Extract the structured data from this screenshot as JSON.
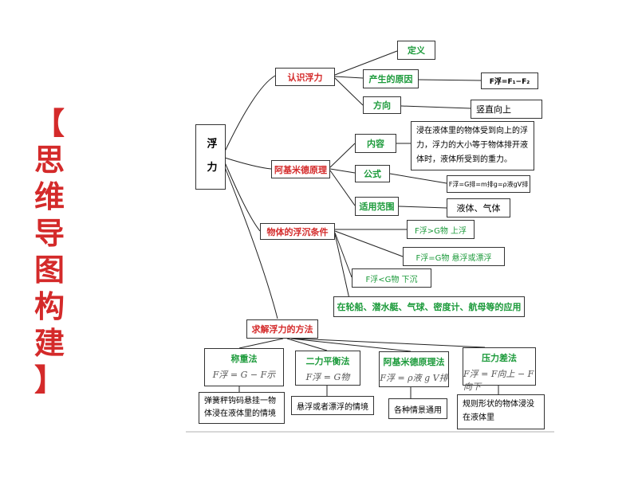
{
  "title_chars": [
    "【",
    "思",
    "维",
    "导",
    "图",
    "构",
    "建",
    "】"
  ],
  "root": "浮 力",
  "branches": {
    "recognize": "认识浮力",
    "archimedes": "阿基米德原理",
    "sink_float": "物体的浮沉条件",
    "methods": "求解浮力的方法"
  },
  "recognize": {
    "definition": "定义",
    "cause": "产生的原因",
    "cause_formula": "F浮=F₁−F₂",
    "direction": "方向",
    "direction_value": "竖直向上"
  },
  "archimedes": {
    "content": "内容",
    "content_text": "浸在液体里的物体受到向上的浮力，浮力的大小等于物体排开液体时，液体所受到的重力。",
    "formula": "公式",
    "formula_value": "F浮=G排=m排g=ρ液gV排",
    "scope": "适用范围",
    "scope_value": "液体、气体"
  },
  "sink_float": {
    "rise": "F浮>G物  上浮",
    "suspend": "F浮=G物  悬浮或漂浮",
    "sink": "F浮<G物  下沉",
    "applications": "在轮船、潜水艇、气球、密度计、航母等的应用"
  },
  "methods": [
    {
      "label": "称重法",
      "formula": "F浮 = G − F示",
      "usage": "弹簧秤钩码悬挂一物体浸在液体里的情境"
    },
    {
      "label": "二力平衡法",
      "formula": "F浮 = G物",
      "usage": "悬浮或者漂浮的情境"
    },
    {
      "label": "阿基米德原理法",
      "formula": "F浮 = ρ液 g V排",
      "usage": "各种情景通用"
    },
    {
      "label": "压力差法",
      "formula": "F浮 = F向上 − F向下",
      "usage": "规则形状的物体浸没在液体里"
    }
  ]
}
